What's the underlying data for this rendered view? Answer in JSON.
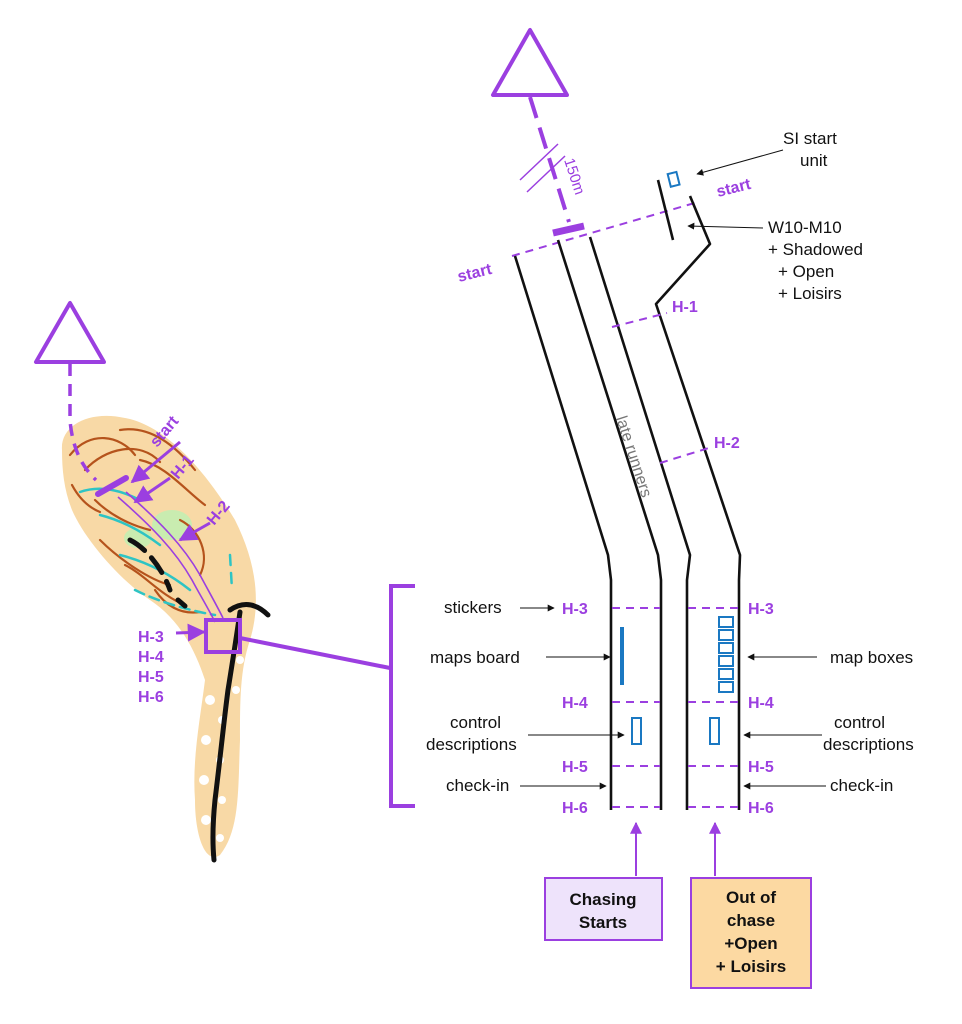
{
  "colors": {
    "purple": "#9b3fe0",
    "blue": "#1a78c2",
    "orange_fill": "#f8d9a6",
    "brown": "#b5531c",
    "cyan": "#2ec4c4",
    "green": "#c9ecb0",
    "chasing_box_fill": "#eee3fb",
    "out_box_fill": "#fcd9a2"
  },
  "icons": {
    "start_triangle": "triangle-icon",
    "map_boxes": "stacked-rectangles-icon",
    "maps_board": "vertical-bar-icon"
  },
  "inset_map": {
    "labels": {
      "start": "start",
      "h1": "H-1",
      "h2": "H-2",
      "h3": "H-3",
      "h4": "H-4",
      "h5": "H-5",
      "h6": "H-6"
    }
  },
  "diagram": {
    "distance": "150m",
    "start_left": "start",
    "start_right": "start",
    "late_runners": "late runners",
    "si_start_unit": {
      "line1": "SI start",
      "line2": "unit"
    },
    "w10_note": {
      "line1": "W10-M10",
      "line2": "+ Shadowed",
      "line3": "+ Open",
      "line4": "+ Loisirs"
    },
    "h1": "H-1",
    "h2": "H-2",
    "h3_left": "H-3",
    "h3_right": "H-3",
    "h4_left": "H-4",
    "h4_right": "H-4",
    "h5_left": "H-5",
    "h5_right": "H-5",
    "h6_left": "H-6",
    "h6_right": "H-6",
    "left_station_labels": {
      "stickers": "stickers",
      "maps_board": "maps board",
      "control_desc_1": "control",
      "control_desc_2": "descriptions",
      "check_in": "check-in"
    },
    "right_station_labels": {
      "map_boxes": "map boxes",
      "control_desc_1": "control",
      "control_desc_2": "descriptions",
      "check_in": "check-in"
    },
    "chasing_box": {
      "line1": "Chasing",
      "line2": "Starts"
    },
    "out_box": {
      "line1": "Out of",
      "line2": "chase",
      "line3": "+Open",
      "line4": "+ Loisirs"
    }
  }
}
